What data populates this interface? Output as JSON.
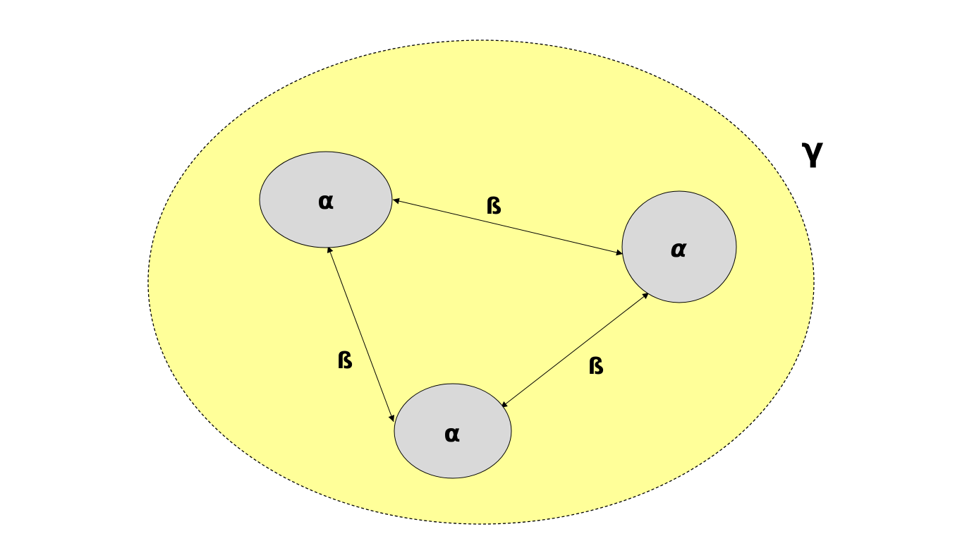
{
  "diagram": {
    "region": {
      "label": "γ",
      "fill": "#FFFF99",
      "stroke": "#000000"
    },
    "nodes": [
      {
        "id": "n1",
        "label": "α",
        "fill": "#D9D9D9"
      },
      {
        "id": "n2",
        "label": "α",
        "fill": "#D9D9D9"
      },
      {
        "id": "n3",
        "label": "α",
        "fill": "#D9D9D9"
      }
    ],
    "edges": [
      {
        "from": "n1",
        "to": "n2",
        "label": "ß",
        "bidirectional": true
      },
      {
        "from": "n1",
        "to": "n3",
        "label": "ß",
        "bidirectional": true
      },
      {
        "from": "n2",
        "to": "n3",
        "label": "ß",
        "bidirectional": true
      }
    ]
  }
}
